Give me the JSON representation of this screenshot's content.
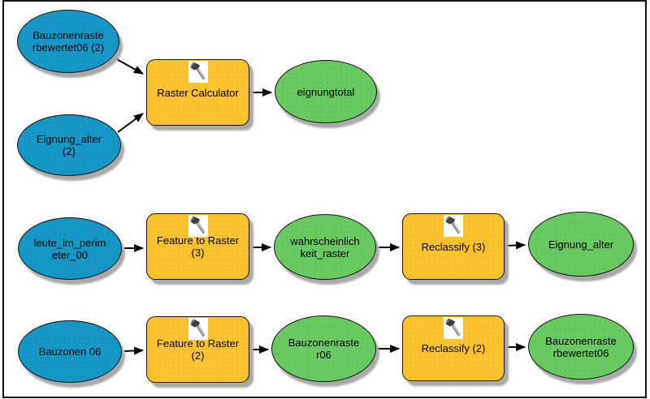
{
  "diagram": {
    "kind": "geoprocessing-model-flowchart",
    "colors": {
      "background": "#ffffff",
      "outline": "#141414",
      "input_fill": "#1697c6",
      "tool_fill": "#fdc32f",
      "output_fill": "#69ca62",
      "shadow": "#a9a9a9",
      "arrow": "#000000"
    },
    "icons": {
      "tool_badge": "hammer-icon"
    },
    "nodes": [
      {
        "id": "bauzonenrasterbewertet06-2",
        "kind": "input",
        "label": "Bauzonenraste\nrbewertet06 (2)"
      },
      {
        "id": "eignung-alter-2",
        "kind": "input",
        "label": "Eignung_alter\n(2)"
      },
      {
        "id": "raster-calculator",
        "kind": "tool",
        "label": "Raster Calculator"
      },
      {
        "id": "eignungtotal",
        "kind": "output",
        "label": "eignungtotal"
      },
      {
        "id": "leute-im-perimeter-00",
        "kind": "input",
        "label": "leute_im_perim\neter_00"
      },
      {
        "id": "feature-to-raster-3",
        "kind": "tool",
        "label": "Feature to Raster\n(3)"
      },
      {
        "id": "wahrscheinlichkeit-raster",
        "kind": "output",
        "label": "wahrscheinlich\nkeit_raster"
      },
      {
        "id": "reclassify-3",
        "kind": "tool",
        "label": "Reclassify (3)"
      },
      {
        "id": "eignung-alter",
        "kind": "output",
        "label": "Eignung_alter"
      },
      {
        "id": "bauzonen-06",
        "kind": "input",
        "label": "Bauzonen 06"
      },
      {
        "id": "feature-to-raster-2",
        "kind": "tool",
        "label": "Feature to Raster\n(2)"
      },
      {
        "id": "bauzonenraster06",
        "kind": "output",
        "label": "Bauzonenraste\nr06"
      },
      {
        "id": "reclassify-2",
        "kind": "tool",
        "label": "Reclassify (2)"
      },
      {
        "id": "bauzonenrasterbewertet06",
        "kind": "output",
        "label": "Bauzonenraste\nrbewertet06"
      }
    ],
    "edges": [
      {
        "from": "bauzonenrasterbewertet06-2",
        "to": "raster-calculator"
      },
      {
        "from": "eignung-alter-2",
        "to": "raster-calculator"
      },
      {
        "from": "raster-calculator",
        "to": "eignungtotal"
      },
      {
        "from": "leute-im-perimeter-00",
        "to": "feature-to-raster-3"
      },
      {
        "from": "feature-to-raster-3",
        "to": "wahrscheinlichkeit-raster"
      },
      {
        "from": "wahrscheinlichkeit-raster",
        "to": "reclassify-3"
      },
      {
        "from": "reclassify-3",
        "to": "eignung-alter"
      },
      {
        "from": "bauzonen-06",
        "to": "feature-to-raster-2"
      },
      {
        "from": "feature-to-raster-2",
        "to": "bauzonenraster06"
      },
      {
        "from": "bauzonenraster06",
        "to": "reclassify-2"
      },
      {
        "from": "reclassify-2",
        "to": "bauzonenrasterbewertet06"
      }
    ]
  }
}
